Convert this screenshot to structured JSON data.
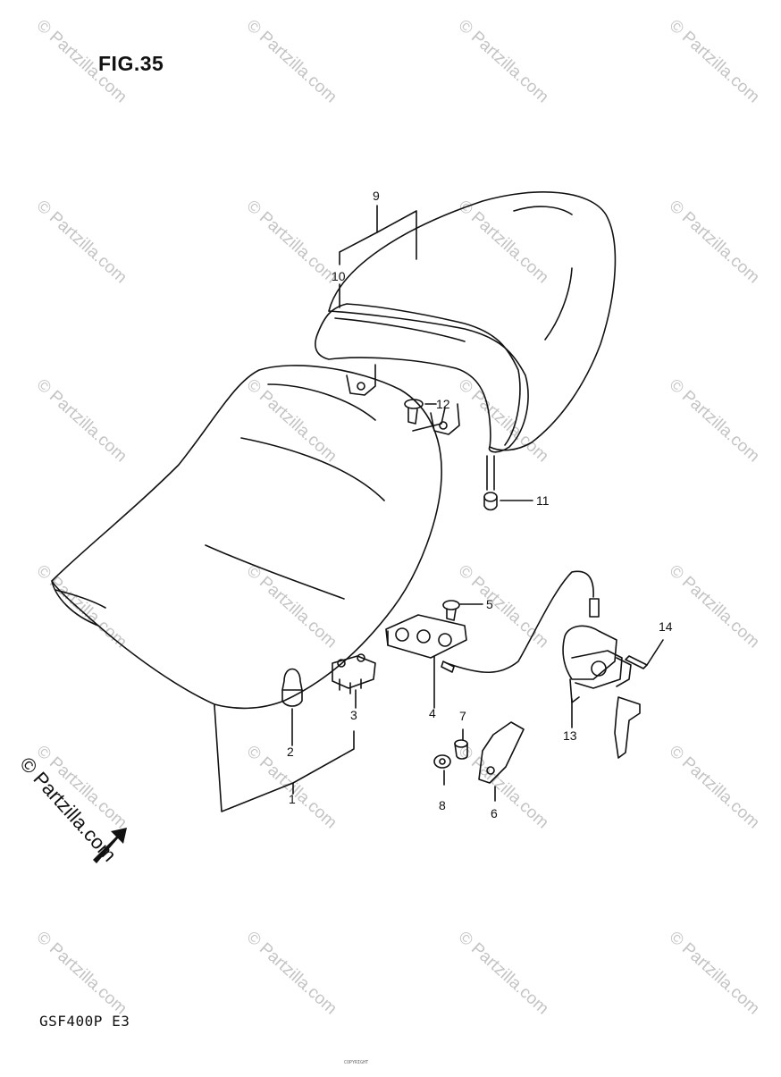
{
  "figure": {
    "title": "FIG.35",
    "model_code": "GSF400P E3",
    "copyright_note": "© Partzilla.com",
    "watermark": "© Partzilla.com",
    "fwd_label": "FWD",
    "footer_fine_print": "COPYRIGHT"
  },
  "callouts": [
    {
      "id": "callout-1",
      "number": "1"
    },
    {
      "id": "callout-2",
      "number": "2"
    },
    {
      "id": "callout-3",
      "number": "3"
    },
    {
      "id": "callout-4",
      "number": "4"
    },
    {
      "id": "callout-5",
      "number": "5"
    },
    {
      "id": "callout-6",
      "number": "6"
    },
    {
      "id": "callout-7",
      "number": "7"
    },
    {
      "id": "callout-8",
      "number": "8"
    },
    {
      "id": "callout-9",
      "number": "9"
    },
    {
      "id": "callout-10",
      "number": "10"
    },
    {
      "id": "callout-11",
      "number": "11"
    },
    {
      "id": "callout-12",
      "number": "12"
    },
    {
      "id": "callout-13",
      "number": "13"
    },
    {
      "id": "callout-14",
      "number": "14"
    }
  ],
  "colors": {
    "ink": "#111111",
    "watermark": "#bdbdbd",
    "background": "#ffffff"
  }
}
